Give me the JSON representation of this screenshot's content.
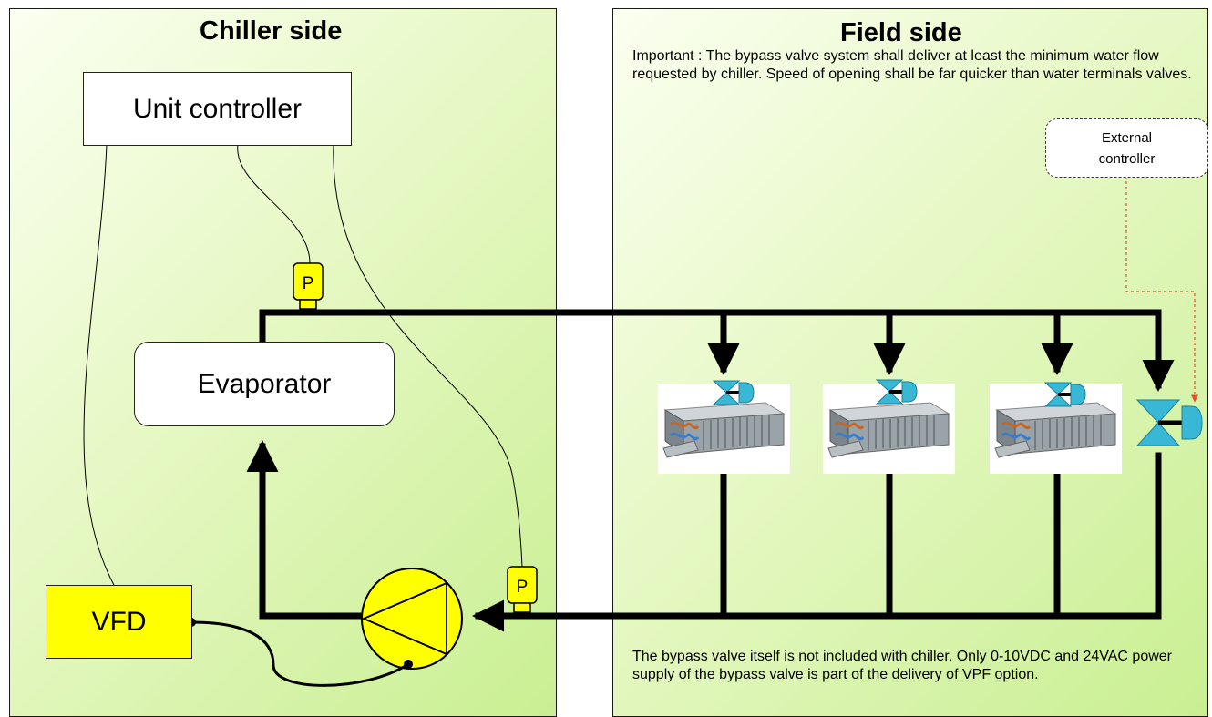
{
  "panels": {
    "chiller_title": "Chiller side",
    "field_title": "Field side"
  },
  "blocks": {
    "unit_controller": "Unit controller",
    "evaporator": "Evaporator",
    "vfd": "VFD",
    "external_controller_line1": "External",
    "external_controller_line2": "controller"
  },
  "sensors": {
    "pressure_label": "P"
  },
  "notes": {
    "important": "Important : The bypass valve system shall deliver at least the minimum water flow requested by chiller. Speed of opening shall be far quicker than water terminals valves.",
    "bypass": "The bypass valve itself is not included with chiller. Only 0-10VDC and 24VAC power supply of the bypass valve is part of the delivery of VPF option."
  },
  "colors": {
    "panel_gradient_light": "#f6fde3",
    "panel_gradient_dark": "#c9ef92",
    "vfd_fill": "#ffff00",
    "pump_fill": "#ffff00",
    "sensor_fill": "#ffff00",
    "valve_fill": "#39b8d6",
    "control_signal_line": "#e8502a"
  },
  "icons": {
    "pump": "pump-icon",
    "pressure_sensor": "pressure-sensor-icon",
    "control_valve": "control-valve-icon",
    "fan_coil_unit": "fan-coil-unit-icon"
  }
}
